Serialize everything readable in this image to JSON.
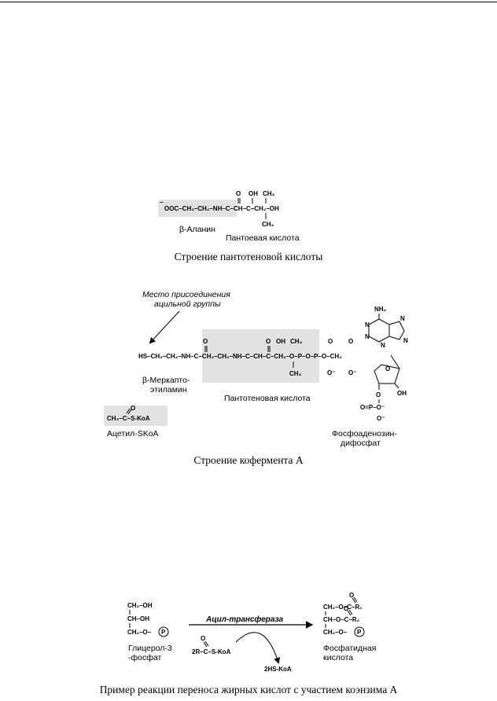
{
  "fig1": {
    "main_chain": "OOC–CH₂–CH₂–NH–C–CH–C–CH₂–OH",
    "minus": "−",
    "carbonyl_o": "O",
    "oh": "OH",
    "ch3_top": "CH₃",
    "ch3_bottom": "CH₃",
    "label_alanine": "β-Аланин",
    "label_pantoic": "Пантоевая кислота",
    "caption": "Строение пантотеновой кислоты"
  },
  "fig2": {
    "note_line1": "Место присоединения",
    "note_line2": "ацильной группы",
    "main_chain": "HS–CH₂–CH₂–NH–C–CH₂–CH₂–NH–C–CH–C–CH₂–O–P–O–P–O–CH₂",
    "o": "O",
    "oh": "OH",
    "ch3": "CH₃",
    "o_minus": "O⁻",
    "nh2": "NH₂",
    "n": "N",
    "phosphate": "O=P–O⁻",
    "label_mercapto_line1": "β-Меркапто-",
    "label_mercapto_line2": "этиламин",
    "label_pantothenic": "Пантотеновая кислота",
    "acetyl_formula": "CH₃–C~S-KoA",
    "label_acetyl": "Ацетил-SKoA",
    "label_adp_line1": "Фосфоаденозин-",
    "label_adp_line2": "дифосфат",
    "caption": "Строение кофермента А"
  },
  "fig3": {
    "g_row1": "CH₂–OH",
    "g_row2": "CH–OH",
    "g_row3": "CH₂–O–",
    "p": "P",
    "enzyme": "Ацил-трансфераза",
    "reagent": "2R–C–S-KoA",
    "o": "O",
    "byproduct": "2HS-KoA",
    "label_glycerol_line1": "Глицерол-3",
    "label_glycerol_line2": "-фосфат",
    "pa_row1": "CH₂–O–C–R₁",
    "pa_row2": "CH–O–C–R₂",
    "pa_row3": "CH₂–O–",
    "label_pa_line1": "Фосфатидная",
    "label_pa_line2": "кислота",
    "caption": "Пример реакции переноса жирных кислот с участием коэнзима А"
  }
}
